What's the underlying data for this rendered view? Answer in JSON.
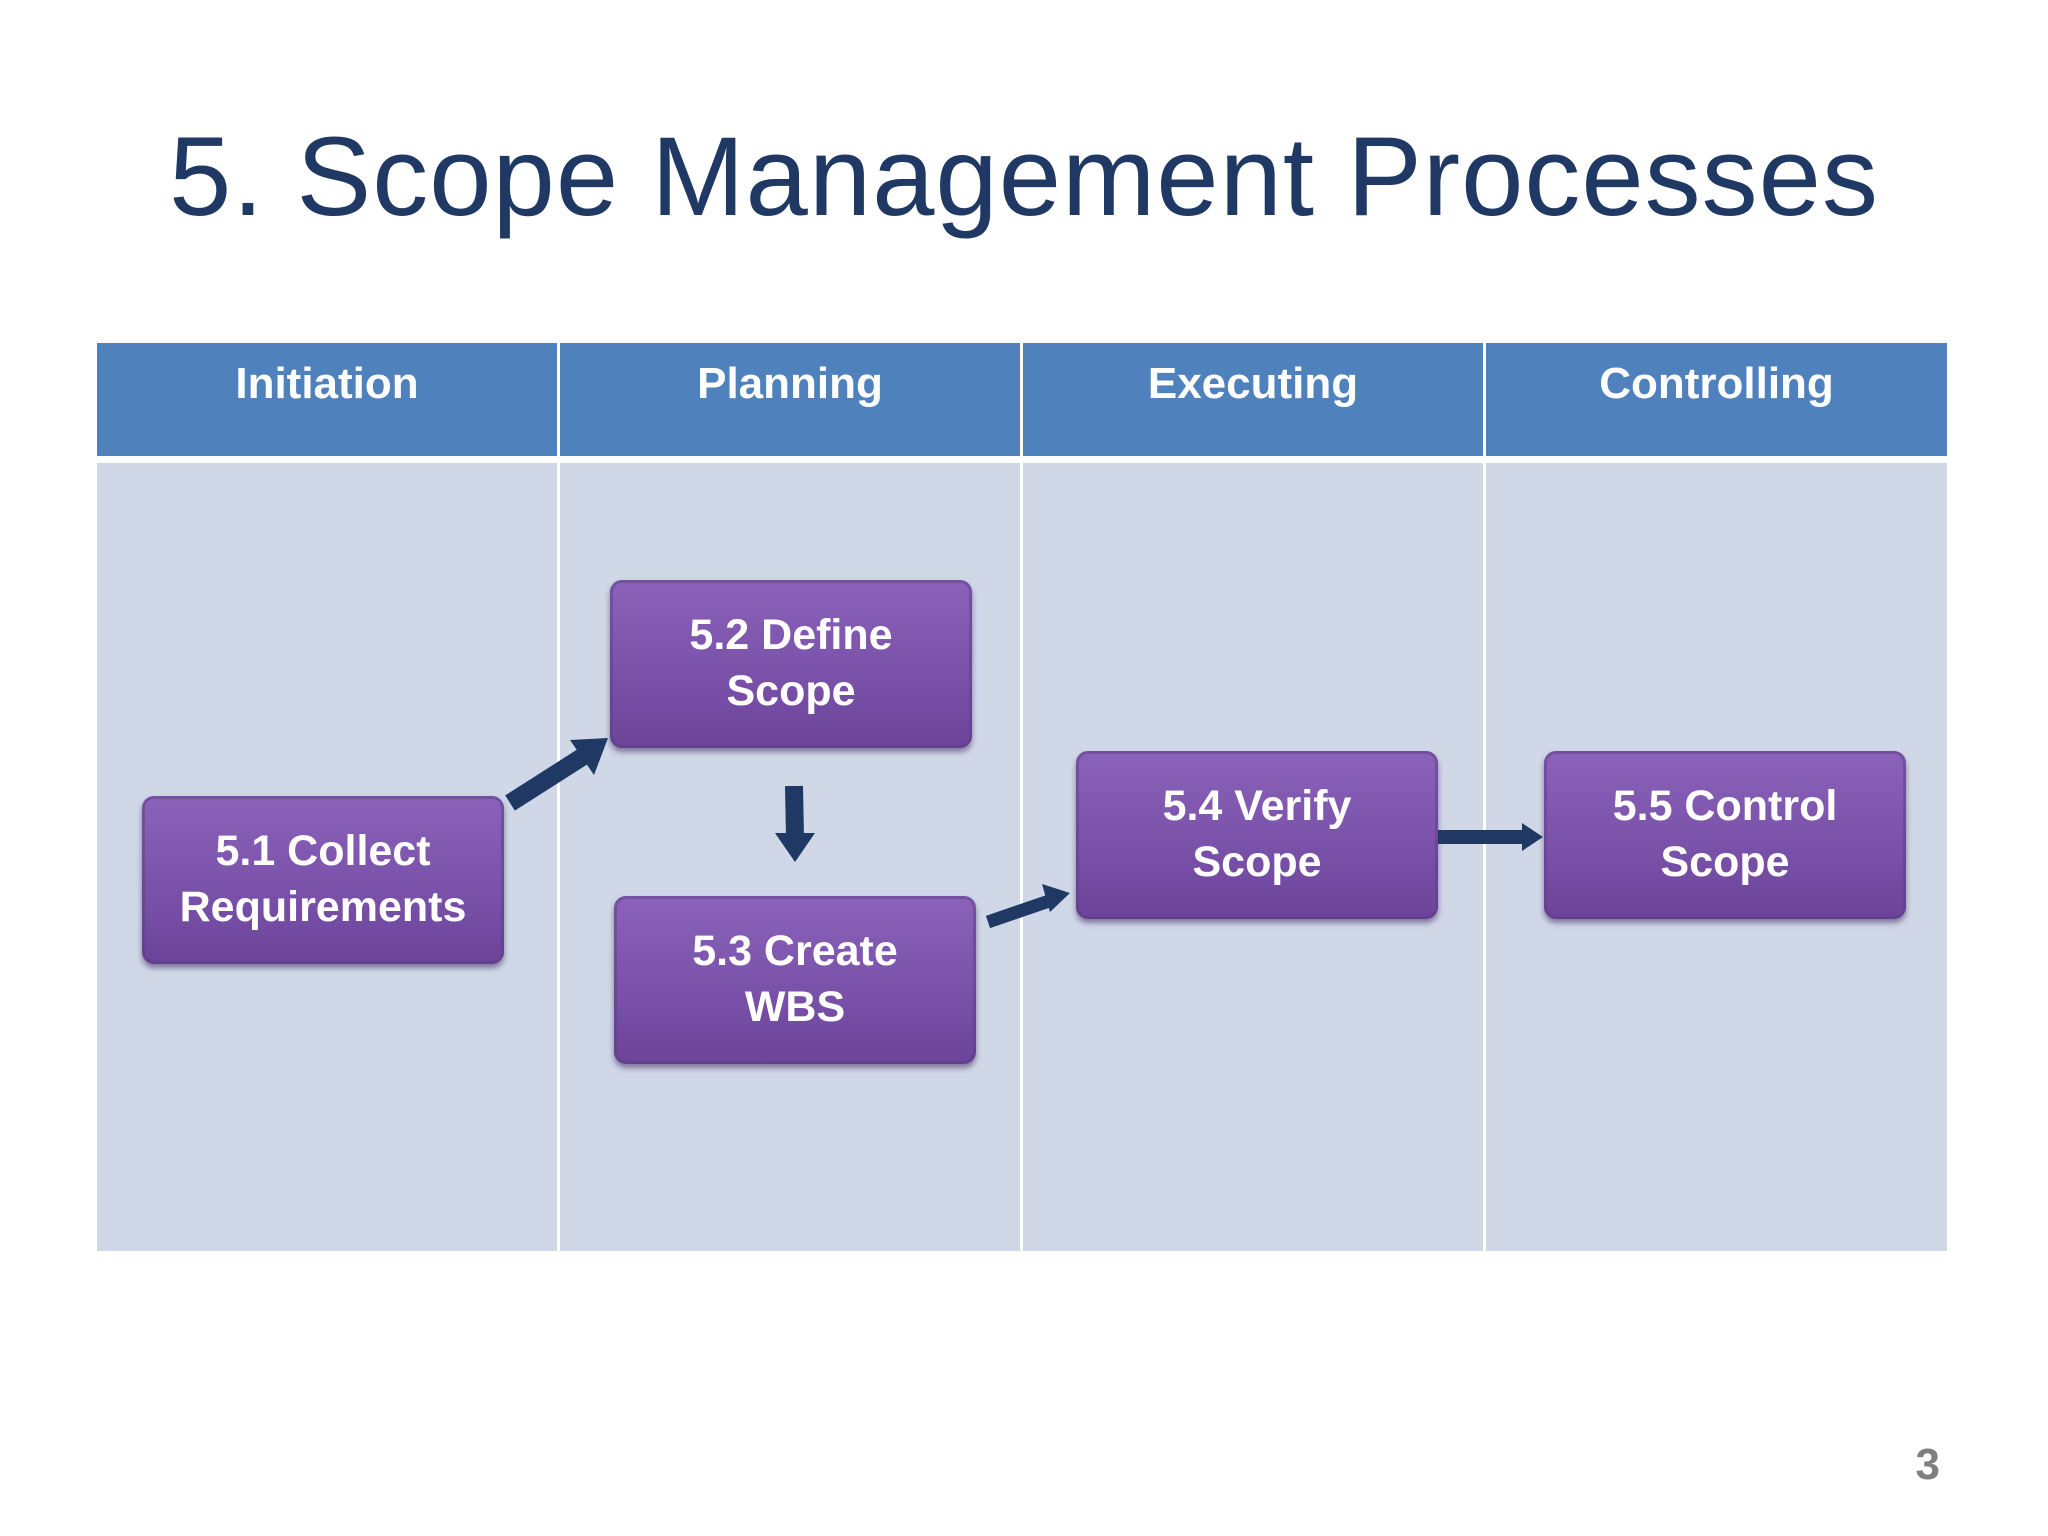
{
  "title": "5. Scope Management Processes",
  "columns": [
    {
      "label": "Initiation"
    },
    {
      "label": "Planning"
    },
    {
      "label": "Executing"
    },
    {
      "label": "Controlling"
    }
  ],
  "processes": {
    "collect_requirements": "5.1 Collect\nRequirements",
    "define_scope": "5.2 Define\nScope",
    "create_wbs": "5.3 Create\nWBS",
    "verify_scope": "5.4 Verify\nScope",
    "control_scope": "5.5 Control\nScope"
  },
  "colors": {
    "header": "#4f81bd",
    "column_body": "#d0d8e8",
    "process_box": "#7a52aa",
    "arrow": "#1f3864",
    "title": "#1f3864"
  },
  "page_number": "3"
}
